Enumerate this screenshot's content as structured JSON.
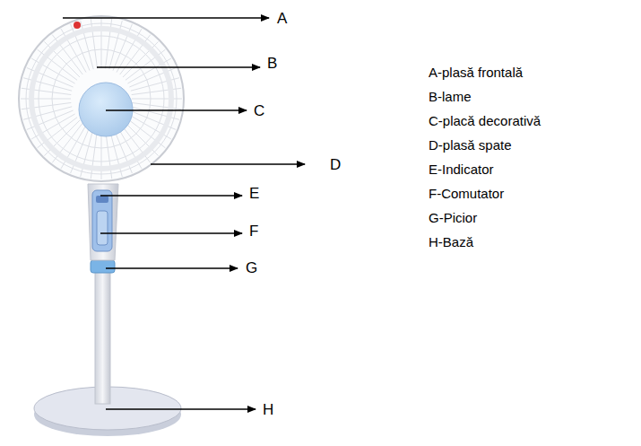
{
  "diagram": {
    "labels": [
      "A",
      "B",
      "C",
      "D",
      "E",
      "F",
      "G",
      "H",
      "A-plasă frontală",
      "B-lame",
      "C-placă decorativă",
      "D-plasă spate",
      "E-Indicator",
      "F-Comutator",
      "G-Picior",
      "H-Bază"
    ]
  }
}
